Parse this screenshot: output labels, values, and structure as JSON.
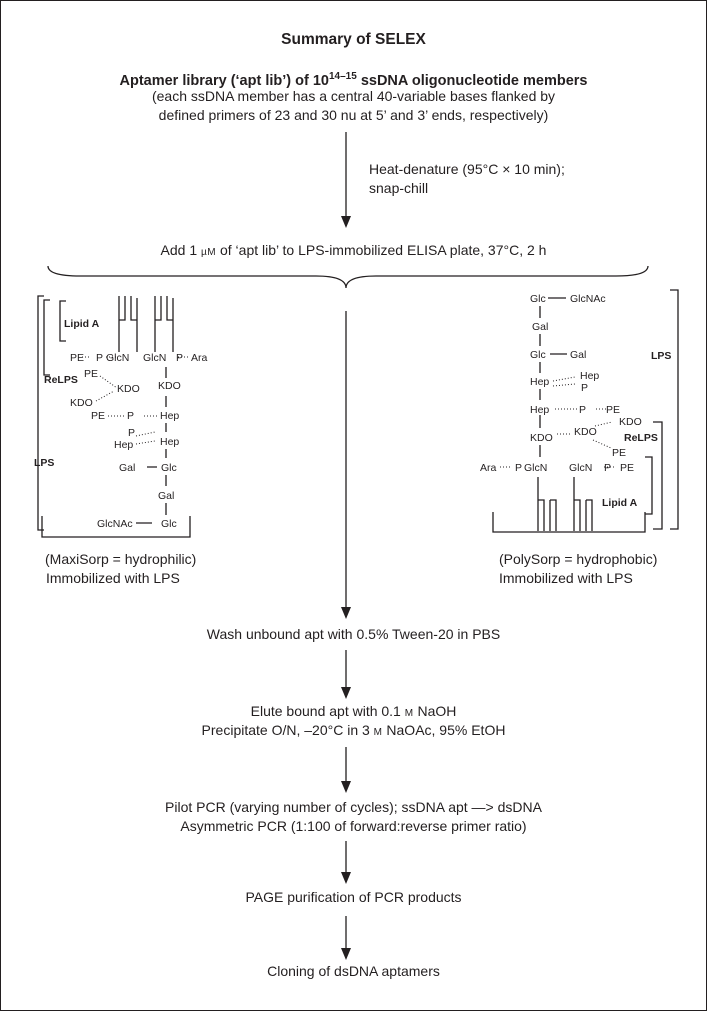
{
  "title": "Summary of SELEX",
  "library": {
    "line1_prefix": "Aptamer library (‘apt lib’) of 10",
    "line1_sup": "14–15",
    "line1_suffix": " ssDNA oligonucleotide members",
    "line2": "(each ssDNA member has a central 40-variable bases flanked by",
    "line3": "defined primers of 23 and 30 nu at 5’ and 3’ ends, respectively)"
  },
  "denature": {
    "line1": "Heat-denature (95°C × 10 min);",
    "line2": "snap-chill"
  },
  "add_step": {
    "prefix": "Add 1 ",
    "unit": "µM",
    "suffix": " of ‘apt lib’ to LPS-immobilized ELISA plate, 37°C, 2 h"
  },
  "left_plate": {
    "line1": "(MaxiSorp = hydrophilic)",
    "line2": "Immobilized with LPS"
  },
  "right_plate": {
    "line1": "(PolySorp = hydrophobic)",
    "line2": "Immobilized with LPS"
  },
  "lps_labels": {
    "lipid_a": "Lipid A",
    "relps": "ReLPS",
    "lps": "LPS",
    "pe": "PE",
    "p": "P",
    "glcn": "GlcN",
    "ara": "Ara",
    "kdo": "KDO",
    "hep": "Hep",
    "gal": "Gal",
    "glc": "Glc",
    "glcnac": "GlcNAc"
  },
  "wash": "Wash unbound apt with 0.5% Tween-20 in PBS",
  "elute": {
    "line1_prefix": "Elute bound apt with 0.1 ",
    "line1_unit": "M",
    "line1_suffix": " NaOH",
    "line2_prefix": "Precipitate O/N, –20°C in 3 ",
    "line2_unit": "M",
    "line2_suffix": " NaOAc, 95% EtOH"
  },
  "pcr": {
    "line1": "Pilot PCR (varying number of cycles); ssDNA apt —> dsDNA",
    "line2": "Asymmetric PCR (1:100 of forward:reverse primer ratio)"
  },
  "page": "PAGE purification of PCR products",
  "cloning": "Cloning of dsDNA aptamers"
}
